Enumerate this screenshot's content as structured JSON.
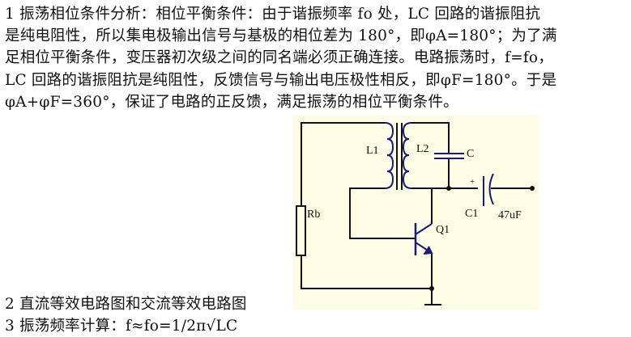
{
  "paragraph1": [
    "1 振荡相位条件分析：相位平衡条件：由于谐振频率 fo 处，LC 回路的谐振阻抗",
    "是纯电阻性，所以集电极输出信号与基极的相位差为 180°，即φA=180°；为了满",
    "足相位平衡条件，变压器初次级之间的同名端必须正确连接。电路振荡时，f=fo，",
    "LC 回路的谐振阻抗是纯阻性，反馈信号与输出电压极性相反，即φF=180°。于是",
    "φA+φF=360°，保证了电路的正反馈，满足振荡的相位平衡条件。"
  ],
  "diagram": {
    "labels": {
      "l1": "L1",
      "l2": "L2",
      "c": "C",
      "plus": "+",
      "c1": "C1",
      "c1_value": "47uF",
      "rb": "Rb",
      "q1": "Q1"
    },
    "background": "#fdfde6",
    "wire_color": "#111111",
    "component_color": "#1a1a7a"
  },
  "item2": "2 直流等效电路图和交流等效电路图",
  "item3": "3 振荡频率计算：f≈fo=1/2π√LC"
}
